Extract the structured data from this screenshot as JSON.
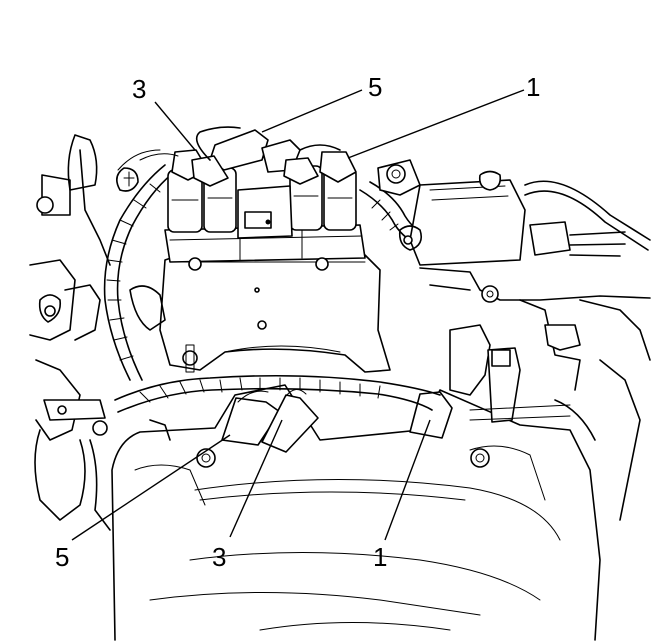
{
  "callouts": {
    "top_left_3": "3",
    "top_mid_5": "5",
    "top_right_1": "1",
    "bottom_left_5": "5",
    "bottom_mid_3": "3",
    "bottom_right_1": "1"
  },
  "colors": {
    "line": "#000000",
    "background": "#ffffff"
  }
}
